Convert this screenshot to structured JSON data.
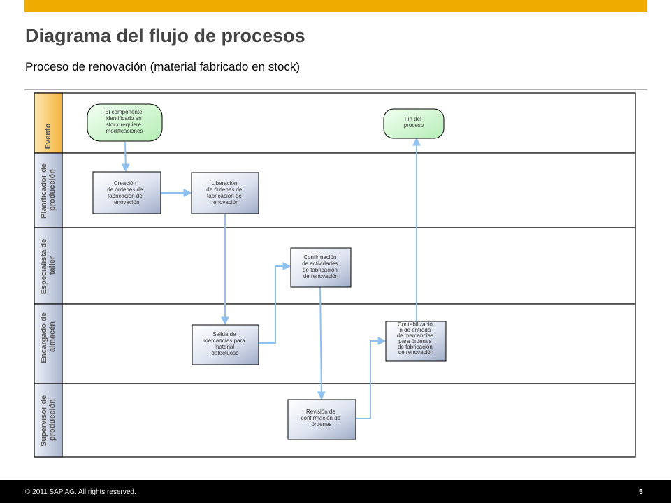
{
  "header": {
    "title": "Diagrama del flujo de procesos",
    "subtitle": "Proceso de renovación (material fabricado en stock)"
  },
  "colors": {
    "accent_bar": "#f0ab00",
    "event_lane": "#f7c95a",
    "role_lane": "#c3cde0",
    "event_shape": "#c9f5c9",
    "task_box": "#c8d0e3",
    "connector": "#8ec0f0"
  },
  "lanes": [
    {
      "id": "evento",
      "label": [
        "Evento"
      ]
    },
    {
      "id": "planificador",
      "label": [
        "Planificador de",
        "producción"
      ]
    },
    {
      "id": "especialista",
      "label": [
        "Especialista de",
        "taller"
      ]
    },
    {
      "id": "encargado",
      "label": [
        "Encargado de",
        "almacén"
      ]
    },
    {
      "id": "supervisor",
      "label": [
        "Supervisor de",
        "producción"
      ]
    }
  ],
  "events": [
    {
      "id": "start",
      "lines": [
        "El componente",
        "identificado en",
        "stock requiere",
        "modificaciones"
      ]
    },
    {
      "id": "end",
      "lines": [
        "Fin del",
        "proceso"
      ]
    }
  ],
  "tasks": [
    {
      "id": "creacion",
      "lines": [
        "Creación",
        "de órdenes de",
        "fabricación de",
        "renovación"
      ]
    },
    {
      "id": "liberacion",
      "lines": [
        "Liberación",
        "de órdenes de",
        "fabricación de",
        "renovación"
      ]
    },
    {
      "id": "confirmacion",
      "lines": [
        "Confirmación",
        "de actividades",
        "de fabricación",
        "de renovación"
      ]
    },
    {
      "id": "salida",
      "lines": [
        "Salida de",
        "mercancías para",
        "material",
        "defectuoso"
      ]
    },
    {
      "id": "contabilizacion",
      "lines": [
        "Contabilizació",
        "n de entrada",
        "de mercancías",
        "para órdenes",
        "de fabricación",
        "de renovación"
      ]
    },
    {
      "id": "revision",
      "lines": [
        "Revisión de",
        "confirmación de",
        "órdenes"
      ]
    }
  ],
  "footer": {
    "copyright": "© 2011 SAP AG. All rights reserved.",
    "page_number": "5"
  }
}
